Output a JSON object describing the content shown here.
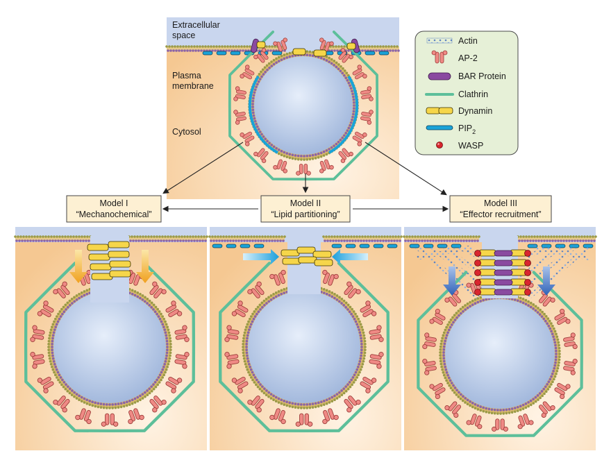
{
  "top_panel": {
    "extracellular": "Extracellular space",
    "extracellular_line1": "Extracellular",
    "extracellular_line2": "space",
    "plasma_line1": "Plasma",
    "plasma_line2": "membrane",
    "cytosol": "Cytosol"
  },
  "legend": {
    "items": [
      {
        "label": "Actin",
        "icon": "actin-icon"
      },
      {
        "label": "AP-2",
        "icon": "ap2-icon"
      },
      {
        "label": "BAR Protein",
        "icon": "bar-protein-icon"
      },
      {
        "label": "Clathrin",
        "icon": "clathrin-icon"
      },
      {
        "label": "Dynamin",
        "icon": "dynamin-icon"
      },
      {
        "label": "PIP",
        "sub": "2",
        "icon": "pip2-icon"
      },
      {
        "label": "WASP",
        "icon": "wasp-icon"
      }
    ]
  },
  "models": [
    {
      "title": "Model I",
      "subtitle": "“Mechanochemical”"
    },
    {
      "title": "Model II",
      "subtitle": "“Lipid partitioning”"
    },
    {
      "title": "Model III",
      "subtitle": "“Effector recruitment”"
    }
  ],
  "colors": {
    "extracellular": "#c9d6ee",
    "cytosol": "#f7d3a6",
    "clathrin": "#5dbf9a",
    "ap2": "#ef8a85",
    "dynamin": "#f6d64a",
    "bar": "#8a4aa0",
    "pip2": "#1aa3d8",
    "wasp": "#d8262e",
    "actin": "#6a8fc8",
    "legend_bg": "#e6f0d7"
  }
}
